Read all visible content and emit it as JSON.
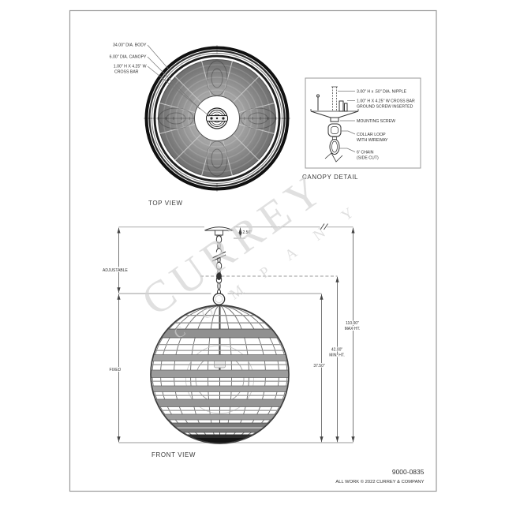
{
  "page": {
    "part_number": "9000-0835",
    "copyright": "ALL WORK © 2022 CURREY & COMPANY"
  },
  "watermark": {
    "line1": "CURREY",
    "line2": "COMPANY"
  },
  "top_view": {
    "title": "TOP VIEW",
    "labels": {
      "body_dia": "34.00\" DIA. BODY",
      "canopy_dia": "6.00\" DIA. CANOPY",
      "cross_bar_1": "1.00\" H X 4.25\" W",
      "cross_bar_2": "CROSS BAR"
    }
  },
  "canopy_detail": {
    "title": "CANOPY DETAIL",
    "labels": {
      "nipple": "3.00\" H x .50\" DIA. NIPPLE",
      "cross_bar_1": "1.00\" H X 4.25\" W CROSS BAR",
      "cross_bar_2": "GROUND SCREW INSERTED",
      "mounting_screw": "MOUNTING SCREW",
      "collar_1": "COLLAR LOOP",
      "collar_2": "WITH WIREWAY",
      "chain_1": "6' CHAIN",
      "chain_2": "(SIDE CUT)"
    }
  },
  "front_view": {
    "title": "FRONT VIEW",
    "dimensions": {
      "canopy_drop": "2.50\"",
      "max_ht_1": "110.00\"",
      "max_ht_2": "MAX HT.",
      "min_ht_1": "42.00\"",
      "min_ht_2": "MIN. HT.",
      "body_ht": "37.50\"",
      "adjustable_label": "ADJUSTABLE",
      "fixed_label": "FIXED"
    }
  }
}
